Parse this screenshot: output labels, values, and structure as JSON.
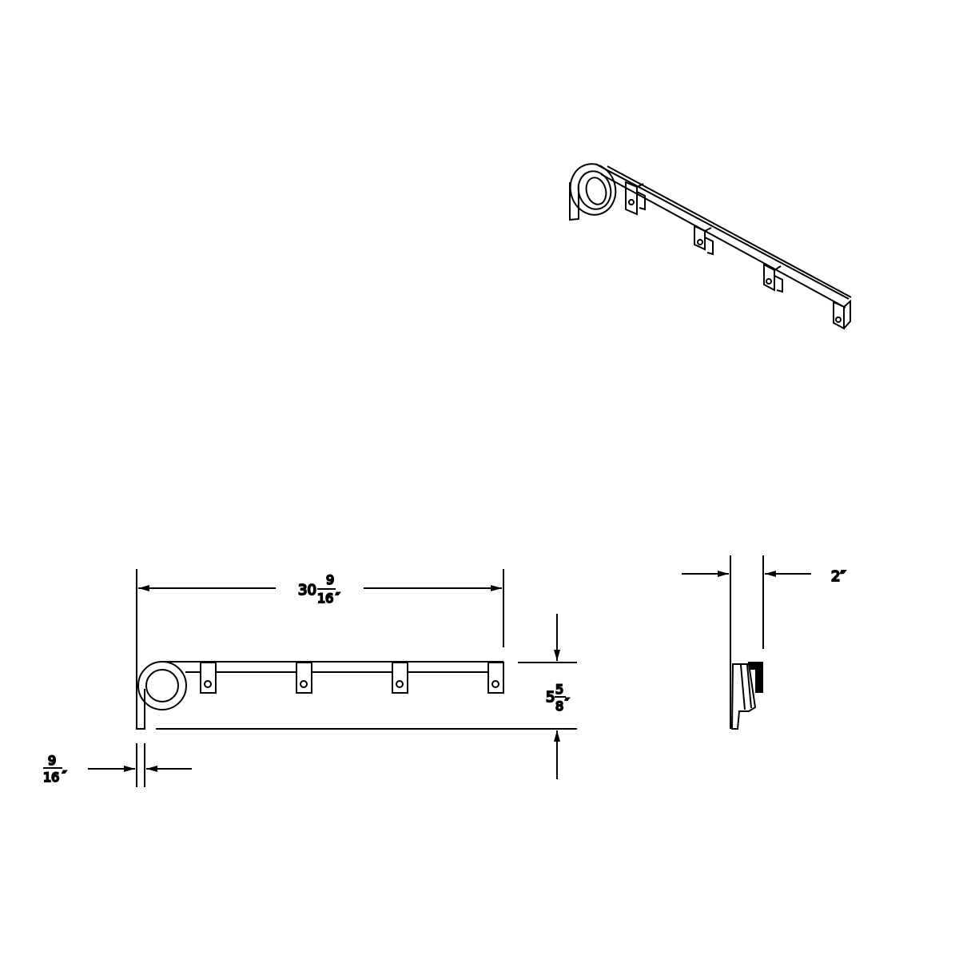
{
  "colors": {
    "line": "#000000",
    "background": "#ffffff"
  },
  "dimensions": {
    "overall_length": {
      "whole": "30",
      "numerator": "9",
      "denominator": "16",
      "unit": "″"
    },
    "height": {
      "whole": "5",
      "numerator": "5",
      "denominator": "8",
      "unit": "″"
    },
    "bar_thickness": {
      "numerator": "9",
      "denominator": "16",
      "unit": "″"
    },
    "depth": {
      "value": "2″"
    }
  }
}
